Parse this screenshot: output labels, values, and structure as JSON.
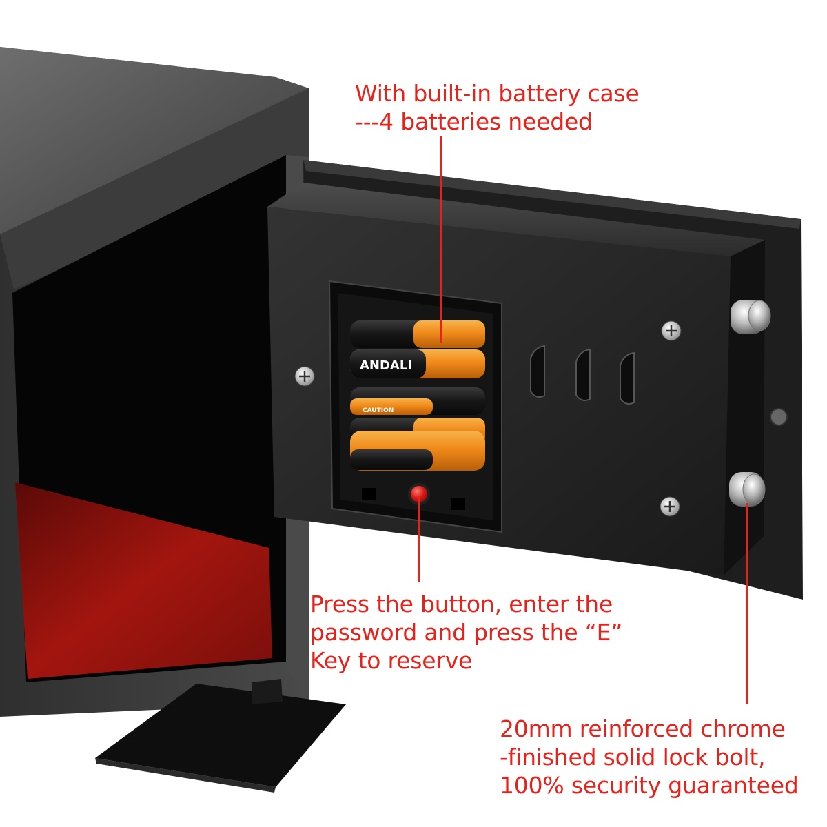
{
  "callouts": {
    "battery_case": {
      "line1": "With built-in battery case",
      "line2": "---4 batteries needed"
    },
    "press_button": {
      "line1": "Press the button, enter the",
      "line2": "password and press the “E”",
      "line3": "Key to reserve"
    },
    "lock_bolt": {
      "line1": "20mm reinforced chrome",
      "line2": "-finished solid lock bolt,",
      "line3": "100% security guaranteed"
    }
  },
  "battery_brand": "ANDALI",
  "battery_caution": "CAUTION",
  "colors": {
    "callout_text": "#e8211b",
    "safe_body": "#2a2a2a",
    "felt_lining": "#a3150f",
    "battery_orange": "#f08a1a",
    "reset_button": "#d81b14"
  }
}
